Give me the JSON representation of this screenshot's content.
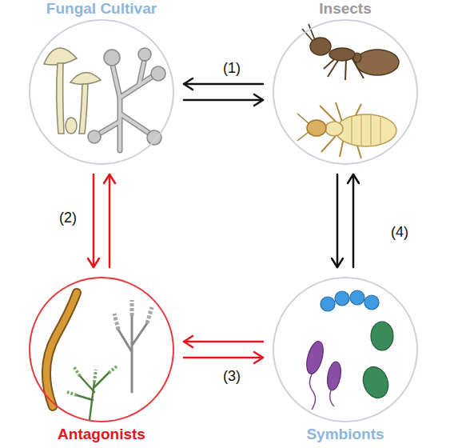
{
  "diagram": {
    "nodes": [
      {
        "text": [
          "Fungal Cultivar"
        ]
      },
      {
        "text": [
          "Insects"
        ]
      },
      {
        "text": [
          "Antagonists"
        ]
      },
      {
        "text": [
          "Symbionts"
        ]
      }
    ],
    "edges": [
      {
        "from": 0,
        "to": 1,
        "label": "(1)",
        "arrow": "both"
      },
      {
        "from": 0,
        "to": 2,
        "label": "(2)",
        "arrow": "both"
      },
      {
        "from": 2,
        "to": 3,
        "label": "(3)",
        "arrow": "both"
      },
      {
        "from": 1,
        "to": 3,
        "label": "(4)",
        "arrow": "both"
      }
    ]
  }
}
